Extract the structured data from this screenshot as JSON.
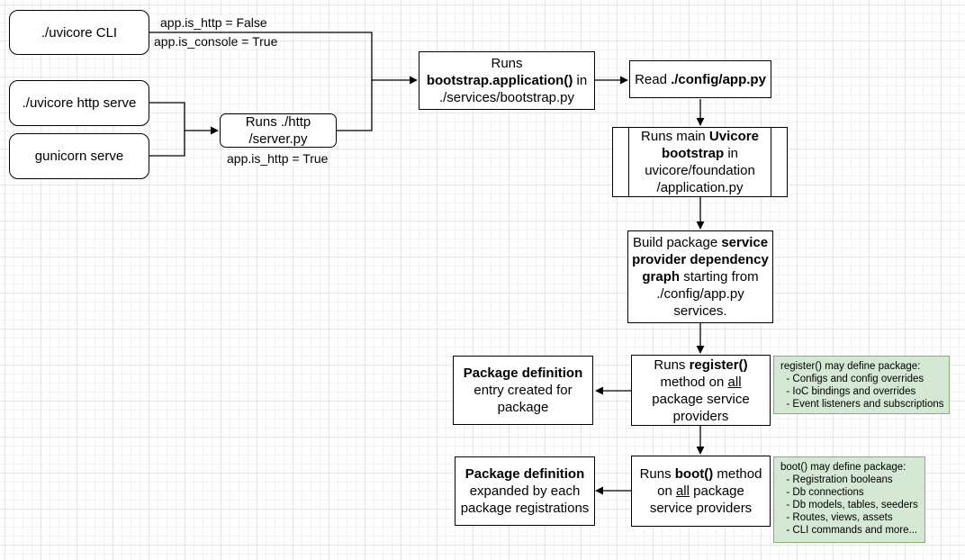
{
  "nodes": {
    "cli": "./uvicore CLI",
    "http_serve": "./uvicore http serve",
    "gunicorn": "gunicorn serve",
    "server": {
      "line1": "Runs ./http",
      "line2": "/server.py"
    },
    "bootstrap": {
      "line1": "Runs",
      "bold": "bootstrap.application()",
      "after_bold": " in",
      "line3": "./services/bootstrap.py"
    },
    "read_config": {
      "prefix": "Read ",
      "bold": "./config/app.py"
    },
    "main_bootstrap": {
      "prefix": "Runs main ",
      "bold1": "Uvicore",
      "bold2": "bootstrap",
      "after_bold2": " in",
      "line3": "uvicore/foundation",
      "line4": "/application.py"
    },
    "build_graph": {
      "prefix": "Build package ",
      "bold1": "service",
      "bold2": "provider dependency",
      "bold3": "graph",
      "after_bold3": " starting from",
      "line4": "./config/app.py",
      "line5": "services."
    },
    "register": {
      "prefix": "Runs ",
      "bold": "register()",
      "line2_pre": "method on ",
      "underline": "all",
      "line3": "package service",
      "line4": "providers"
    },
    "boot": {
      "prefix": "Runs ",
      "bold": "boot()",
      "after_bold": " method",
      "line2_pre": "on ",
      "underline": "all",
      "line2_post": " package",
      "line3": "service providers"
    },
    "pkg_def_created": {
      "bold": "Package definition",
      "line2": "entry created for",
      "line3": "package"
    },
    "pkg_def_expanded": {
      "bold": "Package definition",
      "line2": "expanded by each",
      "line3": "package registrations"
    }
  },
  "edge_labels": {
    "is_http_false": "app.is_http = False",
    "is_console_true": "app.is_console = True",
    "is_http_true": "app.is_http = True"
  },
  "notes": {
    "register_note": "register() may define package:\n  - Configs and config overrides\n  - IoC bindings and overrides\n  - Event listeners and subscriptions",
    "boot_note": "boot() may define package:\n  - Registration booleans\n  - Db connections\n  - Db models, tables, seeders\n  - Routes, views, assets\n  - CLI commands and more..."
  },
  "colors": {
    "note_fill": "#d5e8d4",
    "note_border": "#82b366",
    "grid": "#e6e6e6"
  }
}
